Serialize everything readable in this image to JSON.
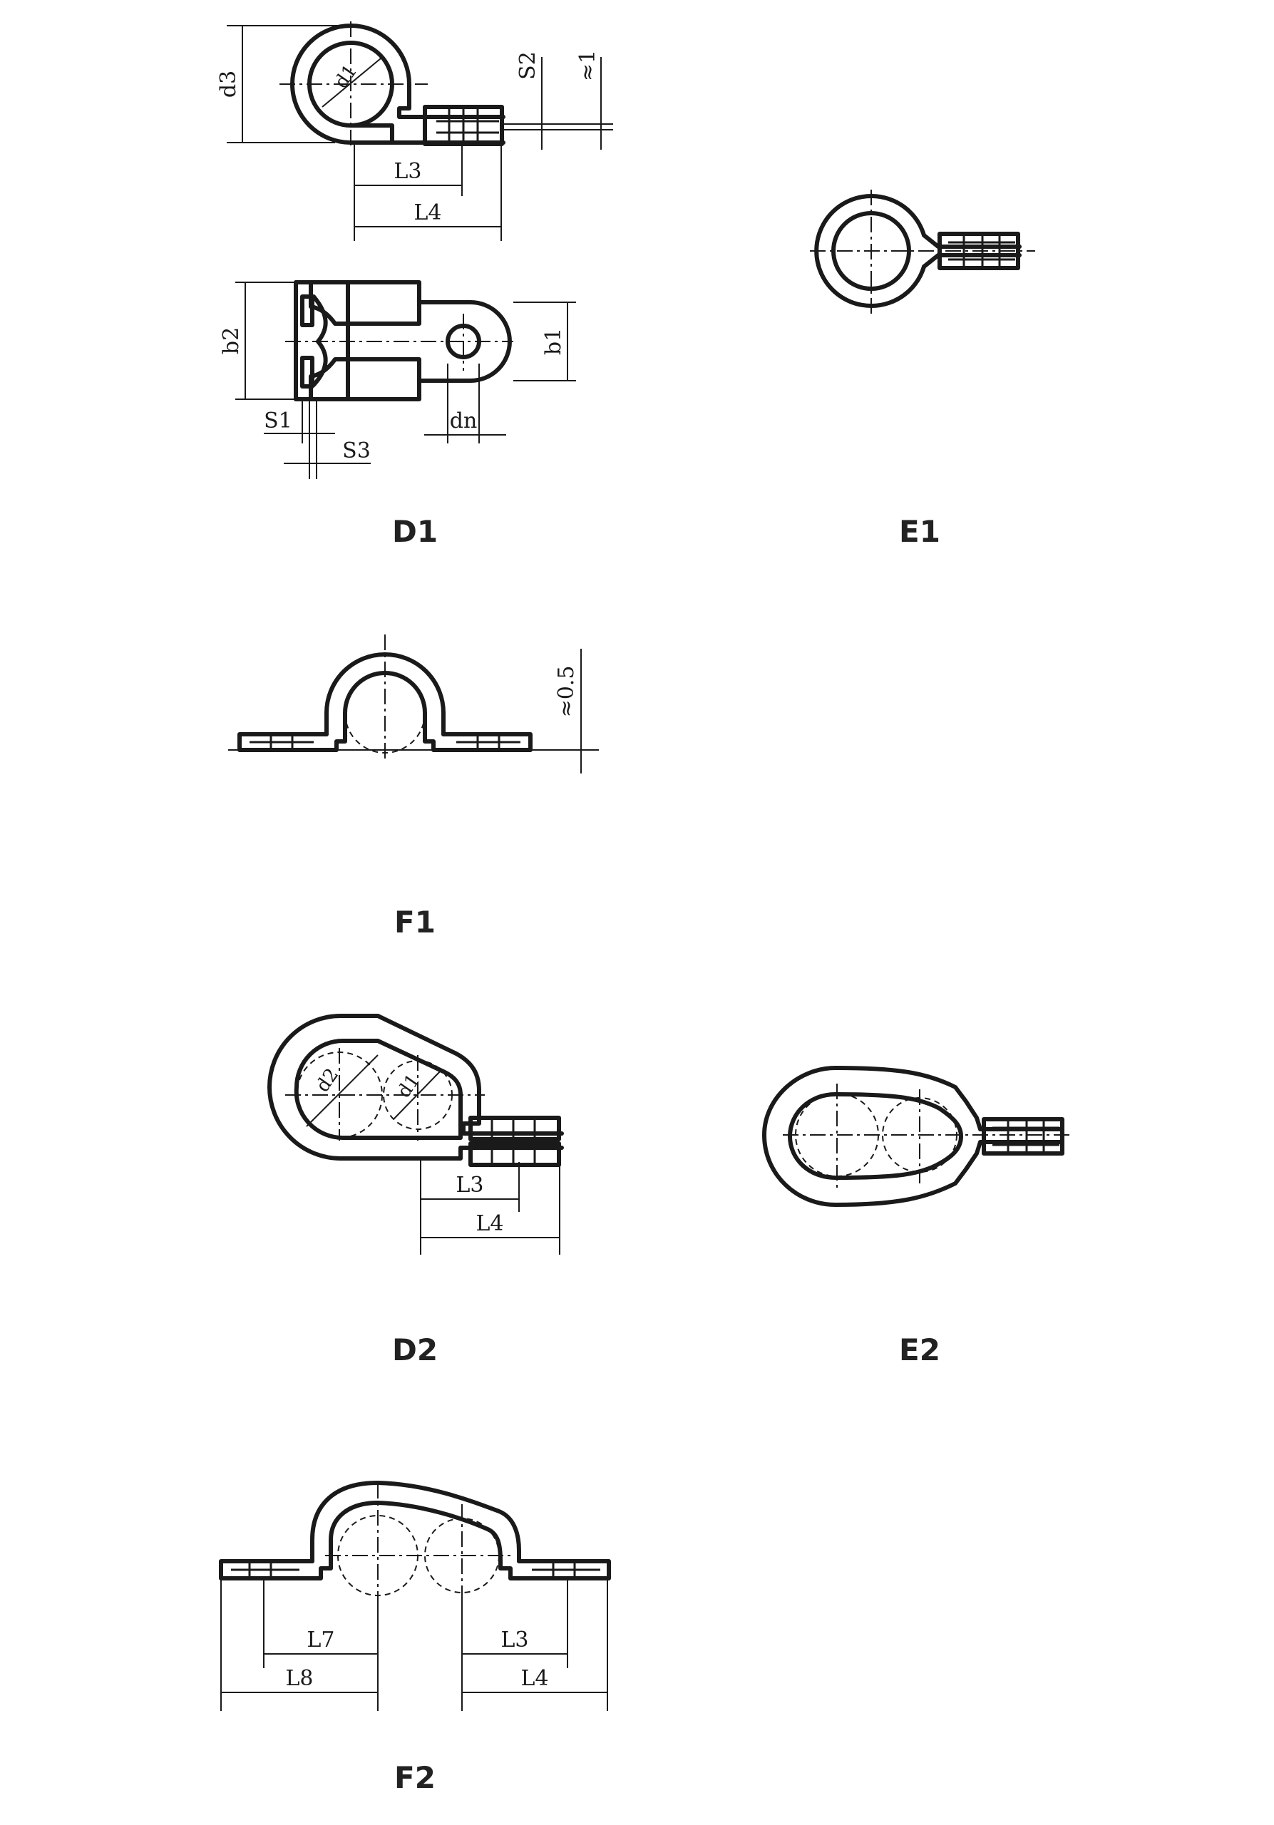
{
  "captions": {
    "d1": "D1",
    "e1": "E1",
    "f1": "F1",
    "d2": "D2",
    "e2": "E2",
    "f2": "F2"
  },
  "dims": {
    "d3": "d3",
    "d1": "d1",
    "d2": "d2",
    "s1": "S1",
    "s2": "S2",
    "s3": "S3",
    "approx1": "≈1",
    "approx05": "≈0.5",
    "l3": "L3",
    "l4": "L4",
    "l7": "L7",
    "l8": "L8",
    "b1": "b1",
    "b2": "b2",
    "dn": "dn"
  }
}
